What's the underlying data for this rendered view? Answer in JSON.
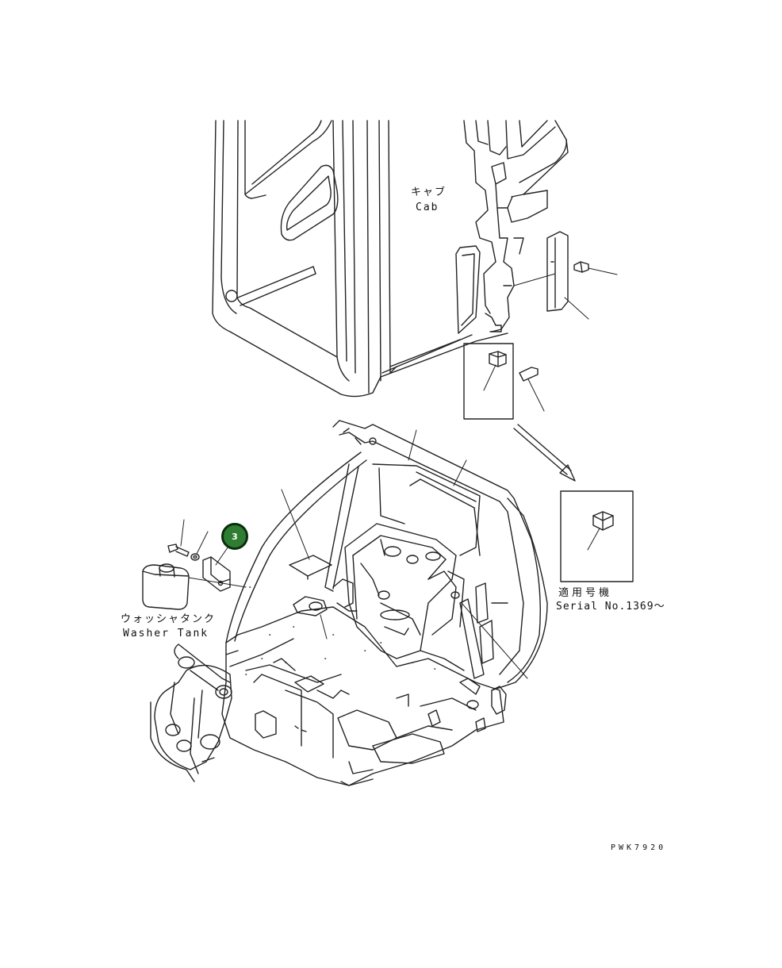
{
  "labels": {
    "cab_jp": "キャブ",
    "cab_en": "Cab",
    "washer_jp": "ウォッシャタンク",
    "washer_en": "Washer Tank",
    "serial_jp": "適用号機",
    "serial_en": "Serial No.1369～",
    "drawing_id": "PWK7920"
  },
  "callouts": [
    {
      "number": "3"
    }
  ],
  "colors": {
    "line": "#222222",
    "callout_fill": "#2e7d32",
    "callout_border": "#0b2e0d",
    "background": "#ffffff"
  }
}
